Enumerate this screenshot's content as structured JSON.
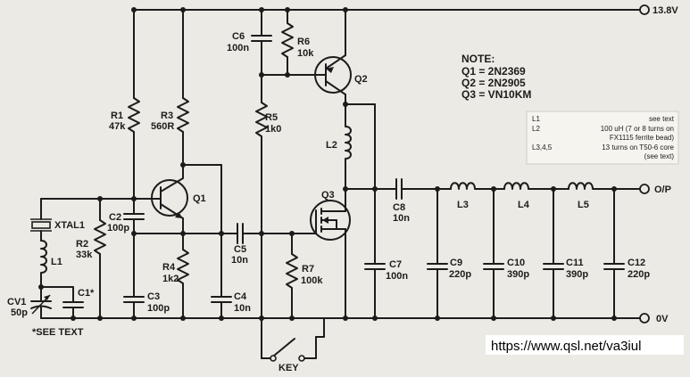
{
  "rails": {
    "supply": "13.8V",
    "ground": "0V",
    "output": "O/P"
  },
  "components": {
    "xtal1": {
      "ref": "XTAL1"
    },
    "l1": {
      "ref": "L1"
    },
    "cv1": {
      "ref": "CV1",
      "value": "50p"
    },
    "c1": {
      "ref": "C1*"
    },
    "r1": {
      "ref": "R1",
      "value": "47k"
    },
    "r2": {
      "ref": "R2",
      "value": "33k"
    },
    "r3": {
      "ref": "R3",
      "value": "560R"
    },
    "r4": {
      "ref": "R4",
      "value": "1k2"
    },
    "r5": {
      "ref": "R5",
      "value": "1k0"
    },
    "r6": {
      "ref": "R6",
      "value": "10k"
    },
    "r7": {
      "ref": "R7",
      "value": "100k"
    },
    "c2": {
      "ref": "C2",
      "value": "100p"
    },
    "c3": {
      "ref": "C3",
      "value": "100p"
    },
    "c4": {
      "ref": "C4",
      "value": "10n"
    },
    "c5": {
      "ref": "C5",
      "value": "10n"
    },
    "c6": {
      "ref": "C6",
      "value": "100n"
    },
    "c7": {
      "ref": "C7",
      "value": "100n"
    },
    "c8": {
      "ref": "C8",
      "value": "10n"
    },
    "c9": {
      "ref": "C9",
      "value": "220p"
    },
    "c10": {
      "ref": "C10",
      "value": "390p"
    },
    "c11": {
      "ref": "C11",
      "value": "390p"
    },
    "c12": {
      "ref": "C12",
      "value": "220p"
    },
    "l2": {
      "ref": "L2"
    },
    "l3": {
      "ref": "L3"
    },
    "l4": {
      "ref": "L4"
    },
    "l5": {
      "ref": "L5"
    },
    "q1": {
      "ref": "Q1"
    },
    "q2": {
      "ref": "Q2"
    },
    "q3": {
      "ref": "Q3"
    },
    "key": {
      "ref": "KEY"
    }
  },
  "see_text": "*SEE TEXT",
  "note": {
    "title": "NOTE:",
    "lines": [
      "Q1 = 2N2369",
      "Q2 = 2N2905",
      "Q3 = VN10KM"
    ]
  },
  "coil_table": {
    "rows": [
      {
        "ref": "L1",
        "desc": "see text"
      },
      {
        "ref": "L2",
        "desc": "100 uH (7 or 8 turns on",
        "desc2": "FX1115 ferrite bead)"
      },
      {
        "ref": "L3,4,5",
        "desc": "13 turns on T50-6 core",
        "desc2": "(see text)"
      }
    ]
  },
  "watermark": "https://www.qsl.net/va3iul"
}
